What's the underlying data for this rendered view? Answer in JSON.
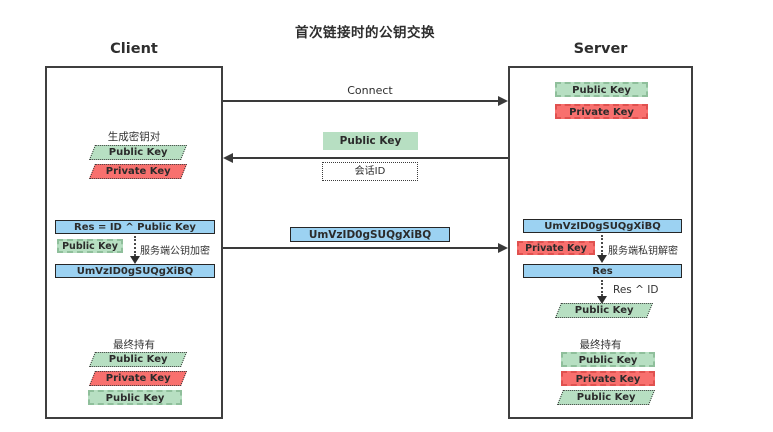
{
  "title": "首次链接时的公钥交换",
  "client": {
    "label": "Client",
    "keygen": {
      "caption": "生成密钥对",
      "public_key": "Public Key",
      "private_key": "Private Key"
    },
    "encrypt": {
      "formula": "Res = ID ^ Public Key",
      "key_label": "Public Key",
      "note": "服务端公钥加密",
      "ciphertext": "UmVzID0gSUQgXiBQ"
    },
    "final": {
      "caption": "最终持有",
      "keys": [
        {
          "label": "Public Key"
        },
        {
          "label": "Private Key"
        },
        {
          "label": "Public Key"
        }
      ]
    }
  },
  "server": {
    "label": "Server",
    "own_keys": {
      "public_key": "Public Key",
      "private_key": "Private Key"
    },
    "decrypt": {
      "ciphertext": "UmVzID0gSUQgXiBQ",
      "key_label": "Private Key",
      "note": "服务端私钥解密",
      "result": "Res",
      "xor_note": "Res ^ ID",
      "recovered_key": "Public Key"
    },
    "final": {
      "caption": "最终持有",
      "keys": [
        {
          "label": "Public Key"
        },
        {
          "label": "Private Key"
        },
        {
          "label": "Public Key"
        }
      ]
    }
  },
  "messages": {
    "connect": "Connect",
    "reply_public_key": "Public Key",
    "reply_session_id": "会话ID",
    "send_ciphertext": "UmVzID0gSUQgXiBQ"
  },
  "colors": {
    "public_key_fill": "#b7dfc2",
    "private_key_fill": "#f8706e",
    "ciphertext_fill": "#9cd2f2",
    "line": "#3a3a3a"
  }
}
